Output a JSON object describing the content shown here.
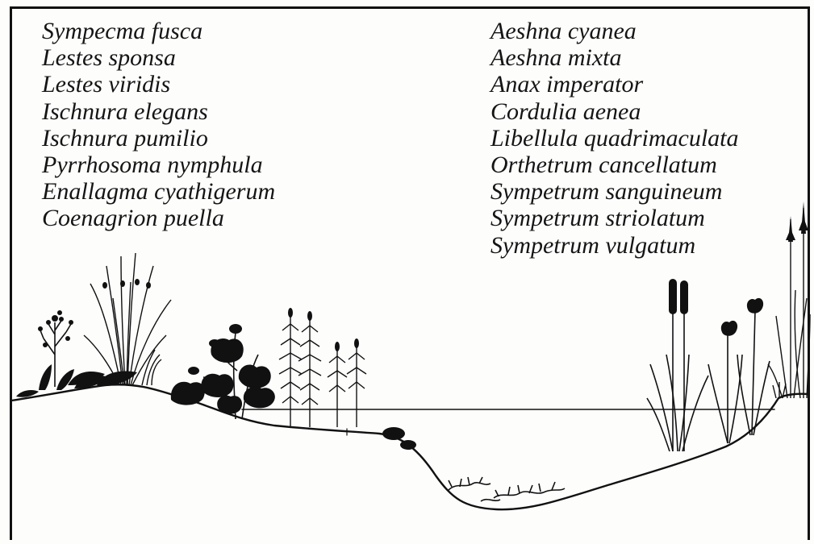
{
  "species": {
    "left": [
      "Sympecma fusca",
      "Lestes sponsa",
      "Lestes viridis",
      "Ischnura elegans",
      "Ischnura pumilio",
      "Pyrrhosoma nymphula",
      "Enallagma cyathigerum",
      "Coenagrion puella"
    ],
    "right": [
      "Aeshna cyanea",
      "Aeshna mixta",
      "Anax imperator",
      "Cordulia aenea",
      "Libellula quadrimaculata",
      "Orthetrum cancellatum",
      "Sympetrum sanguineum",
      "Sympetrum striolatum",
      "Sympetrum vulgatum"
    ]
  },
  "colors": {
    "ink": "#111111",
    "paper": "#fdfdfc"
  },
  "icons": [
    "flowering-plant-icon",
    "rush-clump-icon",
    "marsh-marigold-icon",
    "horsetail-icon",
    "reedmace-icon",
    "iris-icon",
    "reed-icon",
    "submerged-weed-icon",
    "stone-icon"
  ]
}
